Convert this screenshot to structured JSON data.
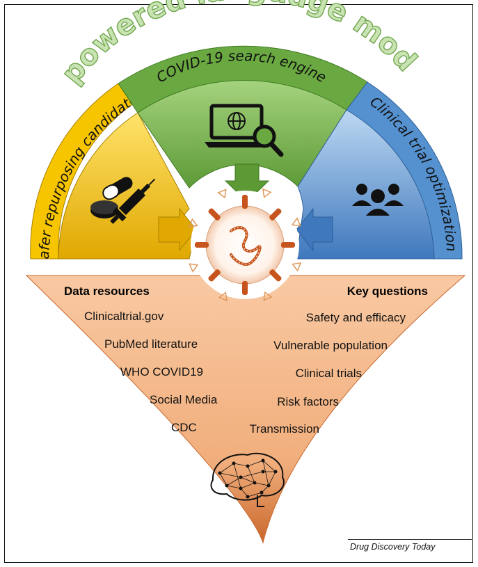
{
  "title": "AI-powered language models",
  "segments": {
    "left_band": "Safer repurposing candidates",
    "middle_band": "COVID-19 search engine",
    "right_band": "Clinical trial optimization"
  },
  "data_resources": {
    "heading": "Data resources",
    "items": [
      "Clinicaltrial.gov",
      "PubMed literature",
      "WHO COVID19",
      "Social Media",
      "CDC"
    ]
  },
  "key_questions": {
    "heading": "Key questions",
    "items": [
      "Safety and efficacy",
      "Vulnerable population",
      "Clinical trials",
      "Risk factors",
      "Transmission"
    ]
  },
  "icons": {
    "left": "pill-syringe-icon",
    "middle": "laptop-globe-search-icon",
    "right": "people-group-icon",
    "center": "coronavirus-icon",
    "bottom": "brain-network-icon"
  },
  "colors": {
    "yellow": "#f7c500",
    "green": "#6aa941",
    "blue": "#4f88c8",
    "orange": "#f5b88a",
    "title_green": "#6fa64c"
  },
  "credit": "Drug Discovery Today"
}
